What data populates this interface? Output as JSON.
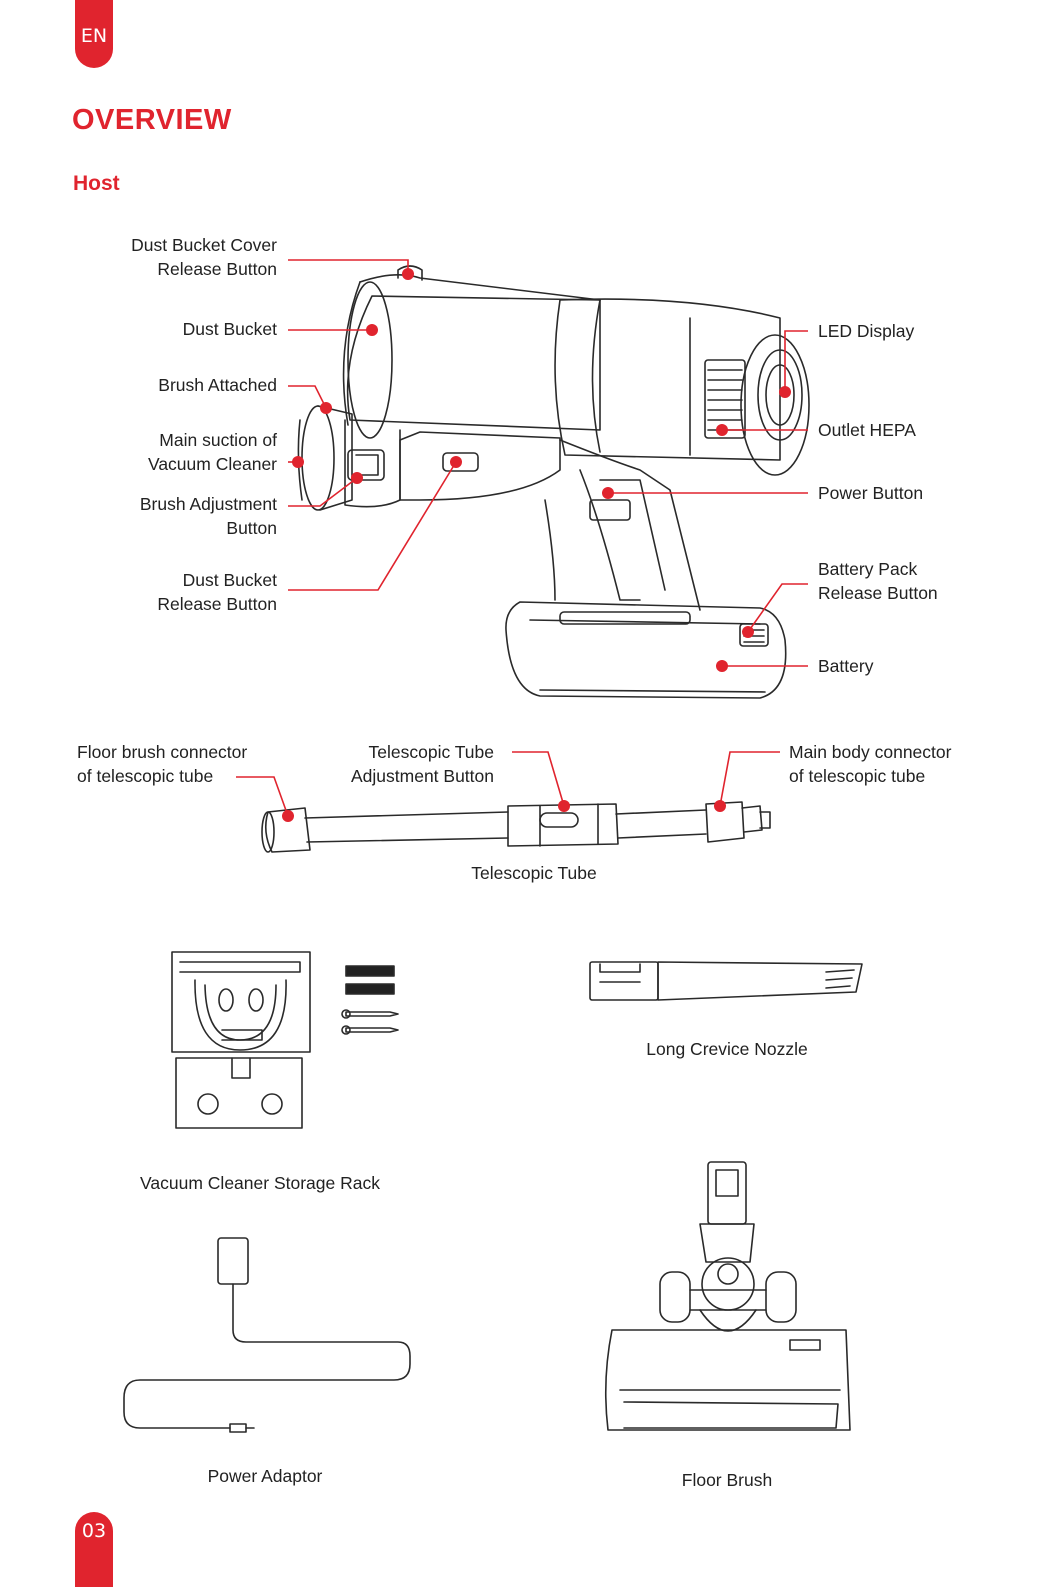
{
  "page": {
    "lang_tab": "EN",
    "page_number": "03"
  },
  "heading": "OVERVIEW",
  "subheading": "Host",
  "colors": {
    "accent": "#e0242e",
    "line": "#2a2a2a"
  },
  "host_labels": {
    "cover_release_1": "Dust Bucket Cover",
    "cover_release_2": "Release Button",
    "dust_bucket": "Dust Bucket",
    "brush_attached": "Brush Attached",
    "main_suction_1": "Main suction of",
    "main_suction_2": "Vacuum Cleaner",
    "brush_adjust_1": "Brush Adjustment",
    "brush_adjust_2": "Button",
    "bucket_release_1": "Dust Bucket",
    "bucket_release_2": "Release Button",
    "led_display": "LED Display",
    "outlet_hepa": "Outlet HEPA",
    "power_button": "Power Button",
    "battery_release_1": "Battery Pack",
    "battery_release_2": "Release Button",
    "battery": "Battery"
  },
  "tube_labels": {
    "floor_conn_1": "Floor brush connector",
    "floor_conn_2": "of telescopic tube",
    "adjust_1": "Telescopic Tube",
    "adjust_2": "Adjustment Button",
    "main_conn_1": "Main body connector",
    "main_conn_2": "of telescopic tube",
    "caption": "Telescopic Tube"
  },
  "accessories": {
    "storage_rack": "Vacuum Cleaner Storage Rack",
    "crevice_nozzle": "Long Crevice Nozzle",
    "power_adaptor": "Power Adaptor",
    "floor_brush": "Floor Brush"
  },
  "icons": [
    "vacuum-host-illustration",
    "telescopic-tube-illustration",
    "storage-rack-illustration",
    "screws-illustration",
    "crevice-nozzle-illustration",
    "power-adaptor-illustration",
    "floor-brush-illustration"
  ]
}
